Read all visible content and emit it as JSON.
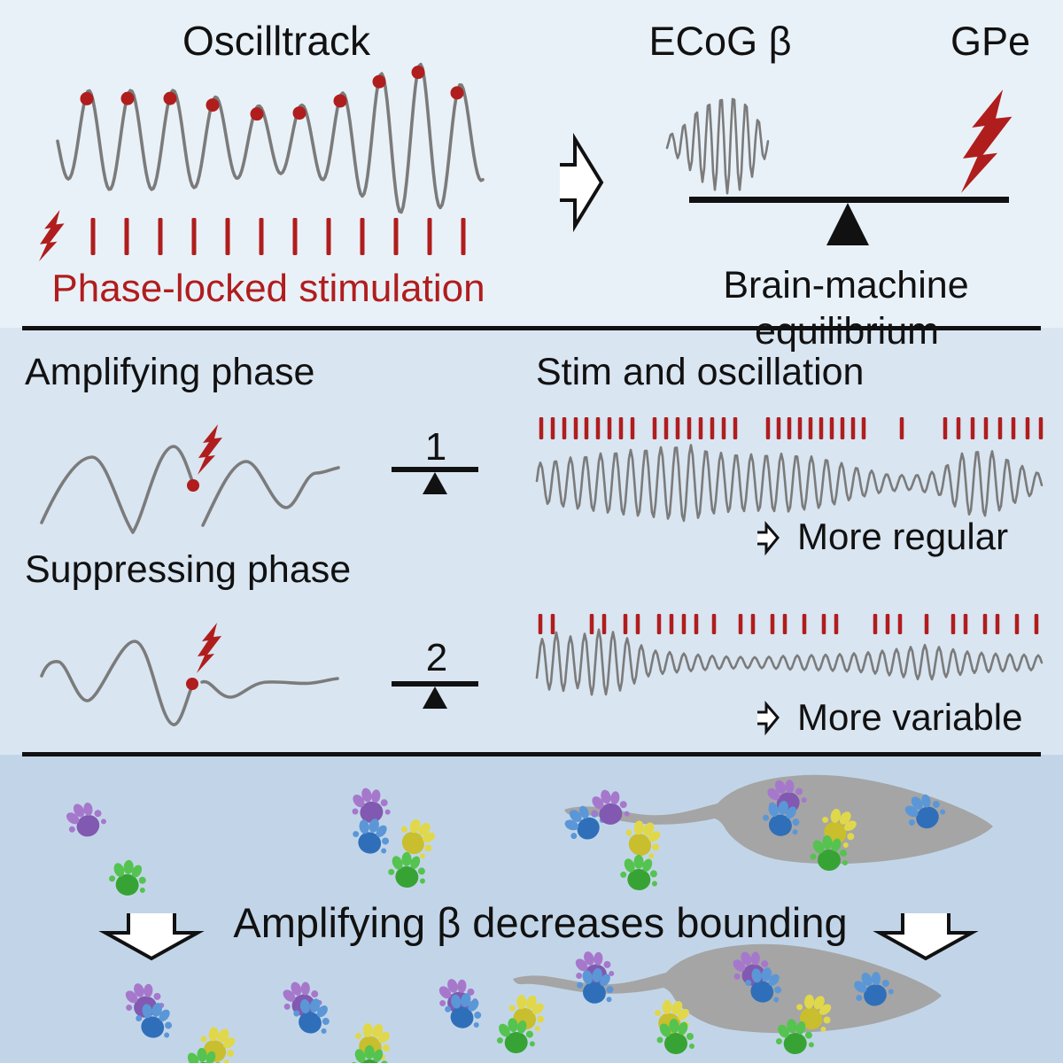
{
  "colors": {
    "accent_red": "#b01d1d",
    "wave_gray": "#7b7b7b",
    "mouse_gray": "#a5a5a5",
    "bg_top": "#e9f1f8",
    "bg_middle": "#d9e5f1",
    "bg_bottom": "#c2d5e8",
    "paw": {
      "purple": {
        "light": "#a678cc",
        "dark": "#8159b1"
      },
      "blue": {
        "light": "#5b97d7",
        "dark": "#2f6fba"
      },
      "yellow": {
        "light": "#e0d84a",
        "dark": "#c9be2e"
      },
      "green": {
        "light": "#55c34f",
        "dark": "#37a335"
      }
    }
  },
  "top_left": {
    "title": "Oscilltrack",
    "stim_label": "Phase-locked stimulation",
    "stim_tick_xs": [
      105,
      143,
      181,
      219,
      257,
      295,
      333,
      371,
      409,
      447,
      485,
      523
    ]
  },
  "top_right": {
    "ecog_label": "ECoG β",
    "gpe_label": "GPe",
    "caption_line1": "Brain-machine",
    "caption_line2": "equilibrium"
  },
  "middle": {
    "amplifying_label": "Amplifying phase",
    "suppressing_label": "Suppressing phase",
    "right_title": "Stim and oscillation",
    "balance1_number": "1",
    "balance2_number": "2",
    "more_regular": "More regular",
    "more_variable": "More variable",
    "ticks_row1": [
      611,
      624,
      637,
      650,
      662,
      675,
      688,
      701,
      714,
      739,
      752,
      765,
      778,
      791,
      804,
      817,
      830,
      867,
      879,
      891,
      903,
      915,
      927,
      939,
      951,
      963,
      975,
      1018,
      1067,
      1082,
      1098,
      1113,
      1129,
      1144,
      1160,
      1175
    ],
    "ticks_row2": [
      610,
      624,
      668,
      682,
      706,
      720,
      744,
      758,
      772,
      786,
      806,
      836,
      850,
      872,
      886,
      908,
      930,
      944,
      988,
      1002,
      1016,
      1046,
      1076,
      1090,
      1112,
      1126,
      1148,
      1170
    ]
  },
  "bottom": {
    "caption": "Amplifying β decreases bounding",
    "paws": [
      [
        96,
        925,
        -25,
        "purple"
      ],
      [
        145,
        991,
        10,
        "green"
      ],
      [
        418,
        909,
        -10,
        "purple"
      ],
      [
        420,
        944,
        20,
        "blue"
      ],
      [
        472,
        946,
        45,
        "yellow"
      ],
      [
        460,
        982,
        5,
        "green"
      ],
      [
        659,
        929,
        -40,
        "blue"
      ],
      [
        688,
        911,
        -10,
        "purple"
      ],
      [
        727,
        947,
        35,
        "yellow"
      ],
      [
        722,
        985,
        5,
        "green"
      ],
      [
        887,
        899,
        -20,
        "purple"
      ],
      [
        883,
        924,
        15,
        "blue"
      ],
      [
        948,
        934,
        40,
        "yellow"
      ],
      [
        936,
        963,
        0,
        "green"
      ],
      [
        1043,
        916,
        -30,
        "blue"
      ],
      [
        162,
        1129,
        -15,
        "purple"
      ],
      [
        175,
        1152,
        20,
        "blue"
      ],
      [
        247,
        1180,
        35,
        "yellow"
      ],
      [
        230,
        1203,
        0,
        "green"
      ],
      [
        340,
        1127,
        -18,
        "purple"
      ],
      [
        353,
        1147,
        22,
        "blue"
      ],
      [
        422,
        1175,
        30,
        "yellow"
      ],
      [
        418,
        1200,
        5,
        "green"
      ],
      [
        516,
        1124,
        -15,
        "purple"
      ],
      [
        524,
        1141,
        18,
        "blue"
      ],
      [
        596,
        1143,
        28,
        "yellow"
      ],
      [
        582,
        1169,
        -5,
        "green"
      ],
      [
        670,
        1093,
        -15,
        "purple"
      ],
      [
        673,
        1113,
        15,
        "blue"
      ],
      [
        760,
        1149,
        30,
        "yellow"
      ],
      [
        763,
        1170,
        0,
        "green"
      ],
      [
        848,
        1093,
        -18,
        "purple"
      ],
      [
        863,
        1112,
        20,
        "blue"
      ],
      [
        920,
        1143,
        32,
        "yellow"
      ],
      [
        897,
        1170,
        -5,
        "green"
      ],
      [
        985,
        1116,
        -22,
        "blue"
      ]
    ]
  }
}
